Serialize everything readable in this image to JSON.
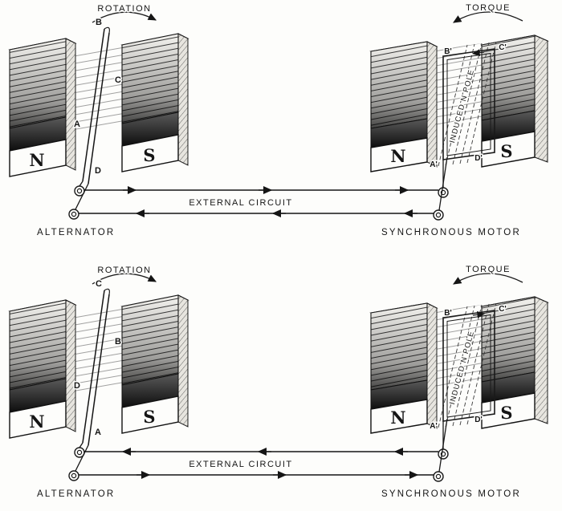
{
  "page": {
    "background": "#fdfdfb",
    "ink": "#1a1a1a",
    "description": "Alternator driving a synchronous motor through an external circuit, shown at two opposite half-cycles of rotation"
  },
  "figures": {
    "top": {
      "rotation": "ROTATION",
      "torque": "TORQUE",
      "external_circuit": "EXTERNAL  CIRCUIT",
      "alternator_caption": "ALTERNATOR",
      "motor_caption": "SYNCHRONOUS  MOTOR",
      "induced_pole": "INDUCED  N  POLE",
      "alternator_pole_left": "N",
      "alternator_pole_right": "S",
      "motor_pole_left": "N",
      "motor_pole_right": "S",
      "coil_top": "B",
      "coil_mid": "C",
      "coil_left": "A",
      "coil_bottom": "D",
      "motor_coil_top_left": "B'",
      "motor_coil_top_right": "C'",
      "motor_coil_bottom_left": "A'",
      "motor_coil_bottom_right": "D'"
    },
    "bottom": {
      "rotation": "ROTATION",
      "torque": "TORQUE",
      "external_circuit": "EXTERNAL  CIRCUIT",
      "alternator_caption": "ALTERNATOR",
      "motor_caption": "SYNCHRONOUS  MOTOR",
      "induced_pole": "INDUCED  N  POLE",
      "alternator_pole_left": "N",
      "alternator_pole_right": "S",
      "motor_pole_left": "N",
      "motor_pole_right": "S",
      "coil_top": "C",
      "coil_mid": "B",
      "coil_left": "D",
      "coil_bottom": "A",
      "motor_coil_top_left": "B'",
      "motor_coil_top_right": "C'",
      "motor_coil_bottom_left": "A'",
      "motor_coil_bottom_right": "D'"
    }
  }
}
